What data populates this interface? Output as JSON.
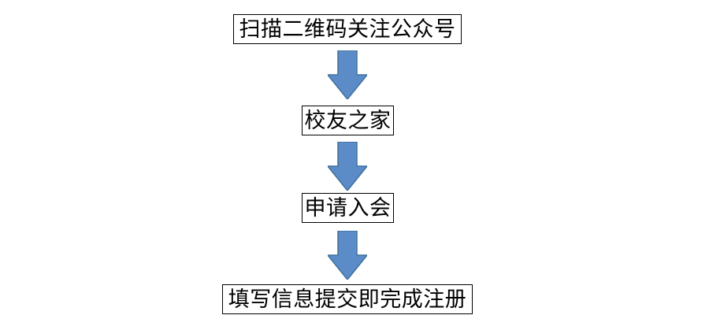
{
  "flow": {
    "steps": [
      "扫描二维码关注公众号",
      "校友之家",
      "申请入会",
      "填写信息提交即完成注册"
    ]
  },
  "colors": {
    "arrow_fill": "#5b8cc8",
    "arrow_stroke": "#41719c",
    "box_border": "#000000",
    "background": "#ffffff"
  }
}
